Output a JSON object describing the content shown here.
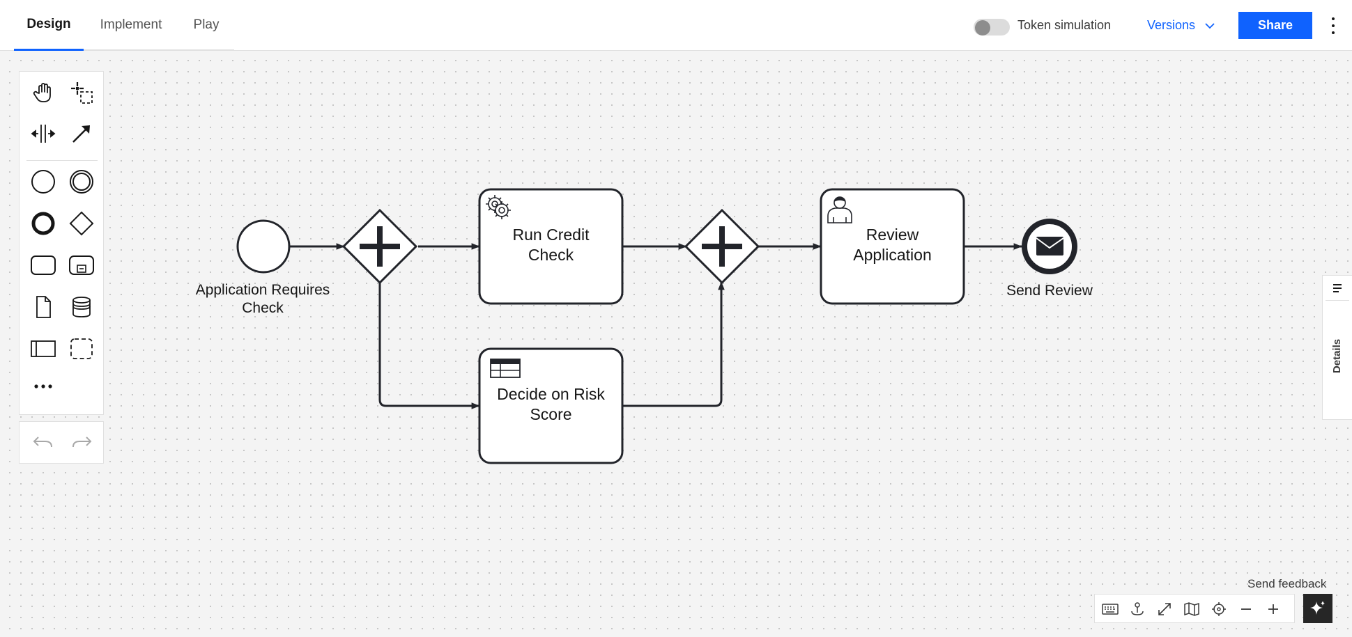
{
  "header": {
    "tabs": [
      {
        "label": "Design",
        "active": true
      },
      {
        "label": "Implement",
        "active": false
      },
      {
        "label": "Play",
        "active": false
      }
    ],
    "token_simulation_label": "Token simulation",
    "token_simulation_enabled": false,
    "versions_label": "Versions",
    "share_label": "Share"
  },
  "palette": {
    "tools": [
      "hand-tool-icon",
      "lasso-tool-icon",
      "space-tool-icon",
      "global-connect-icon",
      "start-event-icon",
      "intermediate-event-icon",
      "end-event-icon",
      "gateway-icon",
      "task-icon",
      "subprocess-icon",
      "data-object-icon",
      "data-store-icon",
      "pool-icon",
      "group-icon",
      "more-icon"
    ],
    "undo_icon": "undo-icon",
    "redo_icon": "redo-icon"
  },
  "diagram": {
    "start_event_label": "Application Requires Check",
    "task_credit": "Run Credit Check",
    "task_risk": "Decide on Risk Score",
    "task_review": "Review Application",
    "end_event_label": "Send Review"
  },
  "side_panel": {
    "details_label": "Details"
  },
  "footer": {
    "send_feedback": "Send feedback",
    "zoom_controls": [
      "keyboard-icon",
      "reset-view-icon",
      "fullscreen-icon",
      "minimap-icon",
      "recenter-icon",
      "zoom-out-icon",
      "zoom-in-icon"
    ],
    "ai_icon": "sparkle-icon"
  },
  "colors": {
    "accent": "#0f62fe",
    "stroke": "#22242a"
  }
}
